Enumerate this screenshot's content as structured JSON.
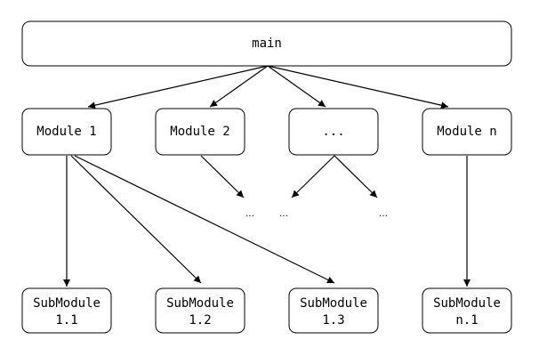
{
  "nodes": {
    "main": "main",
    "module_1": "Module 1",
    "module_2": "Module 2",
    "module_dots": "...",
    "module_n": "Module n",
    "sub_1_1_line1": "SubModule",
    "sub_1_1_line2": "1.1",
    "sub_1_2_line1": "SubModule",
    "sub_1_2_line2": "1.2",
    "sub_1_3_line1": "SubModule",
    "sub_1_3_line2": "1.3",
    "sub_n_1_line1": "SubModule",
    "sub_n_1_line2": "n.1"
  },
  "ellipses": {
    "e1": "…",
    "e2": "…",
    "e3": "…"
  },
  "colors": {
    "stroke": "#000000",
    "fill": "#ffffff"
  }
}
